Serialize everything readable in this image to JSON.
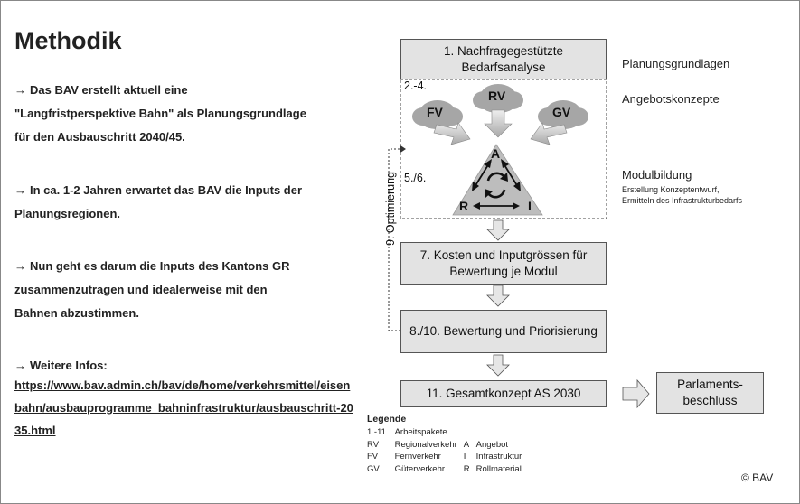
{
  "slide": {
    "title": "Methodik",
    "bullets": [
      {
        "arrow": "→",
        "lines": [
          "Das BAV erstellt aktuell eine",
          "\"Langfristperspektive Bahn\" als Planungsgrundlage",
          "für den Ausbauschritt 2040/45."
        ]
      },
      {
        "arrow": "→",
        "lines": [
          "In ca. 1-2 Jahren erwartet das BAV die Inputs der",
          "Planungsregionen."
        ]
      },
      {
        "arrow": "→",
        "lines": [
          "Nun geht es darum die Inputs des Kantons GR",
          "zusammenzutragen und idealerweise mit den",
          "Bahnen abzustimmen."
        ]
      },
      {
        "arrow": "→",
        "lines": [
          "Weitere Infos:"
        ]
      }
    ],
    "link": "https://www.bav.admin.ch/bav/de/home/verkehrsmittel/eisenbahn/ausbauprogramme_bahninfrastruktur/ausbauschritt-2035.html"
  },
  "diagram": {
    "box1": "1. Nachfragegestützte Bedarfsanalyse",
    "box7": "7. Kosten und Inputgrössen für Bewertung je Modul",
    "box8": "8./10. Bewertung und Priorisierung",
    "box11": "11. Gesamtkonzept AS 2030",
    "box_parl": "Parlaments-beschluss",
    "step_24": "2.-4.",
    "step_56": "5./6.",
    "clouds": [
      "FV",
      "RV",
      "GV"
    ],
    "triangle": {
      "top": "A",
      "left": "R",
      "right": "I"
    },
    "loop_label": "9. Optimierung",
    "side_labels": {
      "planungsgrundlagen": "Planungsgrundlagen",
      "angebotskonzepte": "Angebotskonzepte",
      "modulbildung": "Modulbildung",
      "modul_sub1": "Erstellung Konzeptentwurf,",
      "modul_sub2": "Ermitteln des Infrastrukturbedarfs"
    }
  },
  "legend": {
    "title": "Legende",
    "rows": [
      [
        "1.-11.",
        "Arbeitspakete",
        "",
        ""
      ],
      [
        "RV",
        "Regionalverkehr",
        "A",
        "Angebot"
      ],
      [
        "FV",
        "Fernverkehr",
        "I",
        "Infrastruktur"
      ],
      [
        "GV",
        "Güterverkehr",
        "R",
        "Rollmaterial"
      ]
    ]
  },
  "copyright": "© BAV"
}
